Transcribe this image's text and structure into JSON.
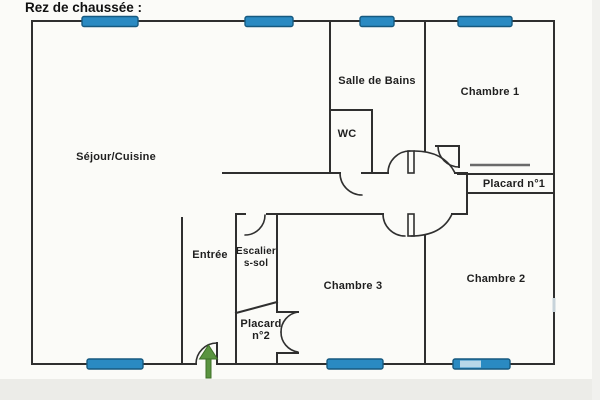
{
  "title": "Rez de chaussée :",
  "rooms": {
    "living_kitchen": "Séjour/Cuisine",
    "bathroom": "Salle de Bains",
    "bedroom1": "Chambre 1",
    "wc": "WC",
    "closet1": "Placard n°1",
    "entry": "Entrée",
    "stairs_line1": "Escalier",
    "stairs_line2": "s-sol",
    "bedroom3": "Chambre 3",
    "bedroom2": "Chambre 2",
    "closet2_line1": "Placard",
    "closet2_line2": "n°2"
  },
  "colors": {
    "wall": "#2f2f2f",
    "window_fill": "#2a8ac2",
    "window_border": "#16597f",
    "window_light": "#b8d7e8",
    "right_wall_light": "#c7d3da",
    "entrance_arrow": "#5a9440",
    "arrow_border": "#3f7028",
    "slider_door": "#6a6a6a"
  }
}
